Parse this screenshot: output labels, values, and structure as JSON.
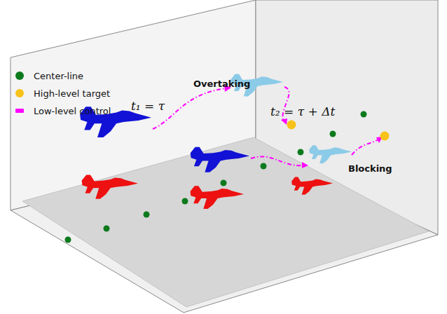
{
  "diagram": {
    "labels": [
      "t₁ = τ",
      "Overtaking",
      "t₂ = τ + Δt",
      "Blocking"
    ],
    "legend": [
      {
        "text": "Center-line",
        "color": "#0c7a1c"
      },
      {
        "text": "High-level target",
        "color": "#f7c21a"
      },
      {
        "text": "Low-level control",
        "color": "#ff00ff"
      }
    ]
  }
}
